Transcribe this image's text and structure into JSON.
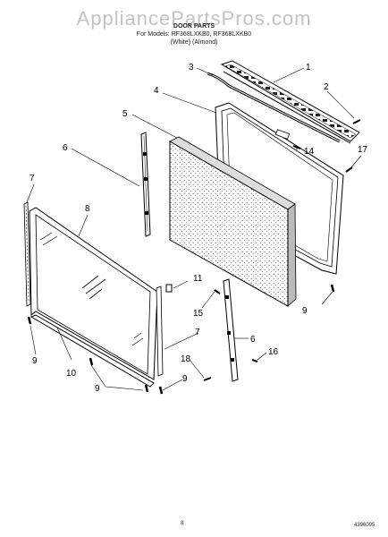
{
  "watermark": "AppliancePartsPros.com",
  "header": {
    "title": "DOOR PARTS",
    "models": "For Models: RF368LXKB0, RF368LXKB0",
    "colors": "(White)          (Almond)"
  },
  "footer": {
    "page": "8",
    "doc_number": "4396095"
  },
  "callouts": [
    "1",
    "2",
    "3",
    "4",
    "5",
    "6",
    "7",
    "8",
    "9",
    "10",
    "11",
    "14",
    "15",
    "16",
    "17",
    "18"
  ]
}
